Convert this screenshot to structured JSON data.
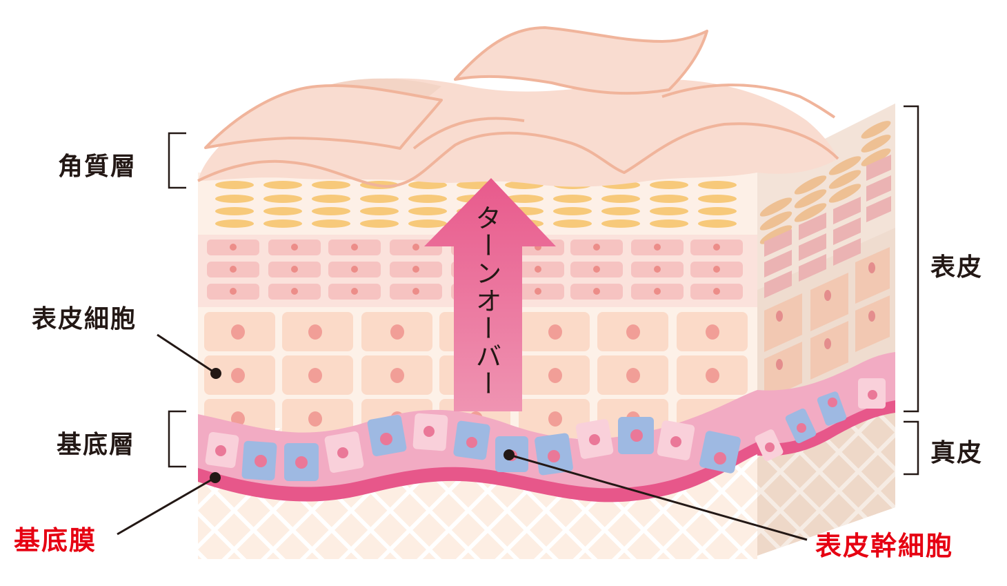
{
  "diagram": {
    "title_hidden": "",
    "labels": {
      "stratum_corneum": "角質層",
      "epidermal_cells": "表皮細胞",
      "basal_layer": "基底層",
      "basement_membrane": "基底膜",
      "epidermis": "表皮",
      "dermis": "真皮",
      "epidermal_stem_cells": "表皮幹細胞",
      "turnover": "ターンオーバー"
    },
    "colors": {
      "label_black": "#231815",
      "label_red": "#e60012",
      "flake_fill": "#f9dcd0",
      "flake_edge": "#f0b49b",
      "granular_bg": "#fdf0e7",
      "granule": "#f7c97a",
      "spinous_bg": "#fbe2dc",
      "spinous_cell": "#f6c3c1",
      "spinous_nucleus": "#ec8d89",
      "prickle_bg": "#fdf1e8",
      "prickle_cell": "#fbdac8",
      "prickle_nucleus": "#f19e97",
      "basal_band": "#f2abc3",
      "basal_cell_pink": "#f9d0da",
      "basal_cell_blue": "#9eb9e2",
      "basal_nucleus": "#ea7898",
      "membrane": "#e7578a",
      "dermis_bg": "#fdeee3",
      "side_face": "#efdccf",
      "arrow_top": "#e85a8c",
      "arrow_bottom": "#ef94b2"
    },
    "basal_cells": [
      "pink",
      "blue",
      "blue",
      "pink",
      "blue",
      "pink",
      "blue",
      "blue",
      "blue",
      "pink",
      "blue",
      "pink",
      "blue",
      "pink",
      "blue",
      "blue",
      "pink"
    ]
  }
}
